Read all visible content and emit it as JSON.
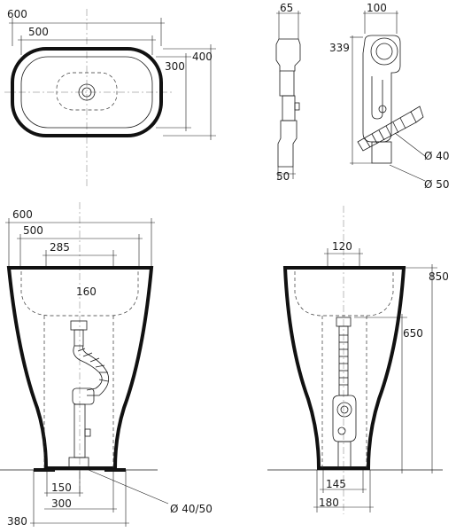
{
  "top_view": {
    "width_outer": "600",
    "width_inner": "500",
    "depth_inner": "300",
    "depth_outer": "400"
  },
  "side_view_top": {
    "depth_top": "65",
    "depth_bottom": "50"
  },
  "siphon_view": {
    "width": "100",
    "height": "339",
    "dia_40": "Ø 40",
    "dia_50": "Ø 50"
  },
  "front_view": {
    "width_outer": "600",
    "width_inner": "500",
    "drain_offset": "285",
    "bowl_depth": "160",
    "base_150": "150",
    "base_300": "300",
    "base_380": "380",
    "waste": "Ø 40/50"
  },
  "profile_view": {
    "drain_width": "120",
    "height_total": "850",
    "height_drain": "650",
    "base_145": "145",
    "base_180": "180"
  }
}
